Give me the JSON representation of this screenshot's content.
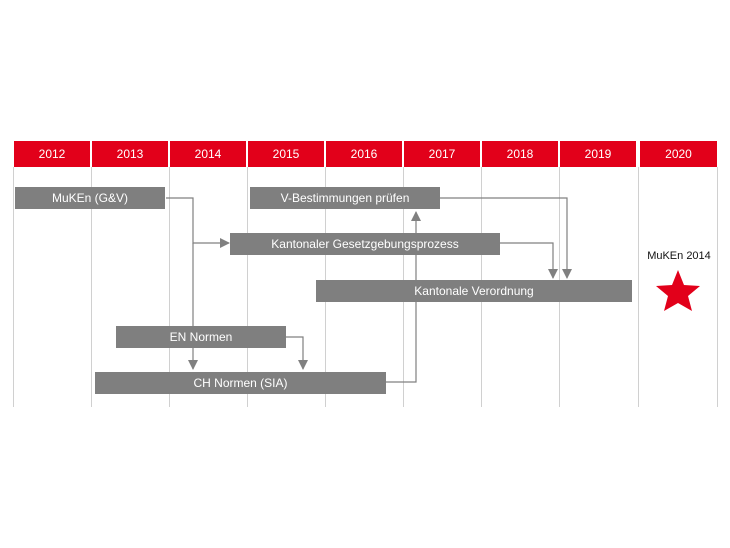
{
  "years": [
    "2012",
    "2013",
    "2014",
    "2015",
    "2016",
    "2017",
    "2018",
    "2019",
    "2020"
  ],
  "bars": {
    "muken_gv": "MuKEn (G&V)",
    "v_bestimmungen": "V-Bestimmungen prüfen",
    "kantonaler_prozess": "Kantonaler Gesetzgebungsprozess",
    "kantonale_verordnung": "Kantonale Verordnung",
    "en_normen": "EN Normen",
    "ch_normen": "CH Normen (SIA)"
  },
  "milestone": {
    "label": "MuKEn 2014",
    "icon": "star-icon"
  },
  "colors": {
    "accent": "#e2001a",
    "bar": "#7f7f7f",
    "arrow": "#808080",
    "grid": "#d0d0d0"
  }
}
